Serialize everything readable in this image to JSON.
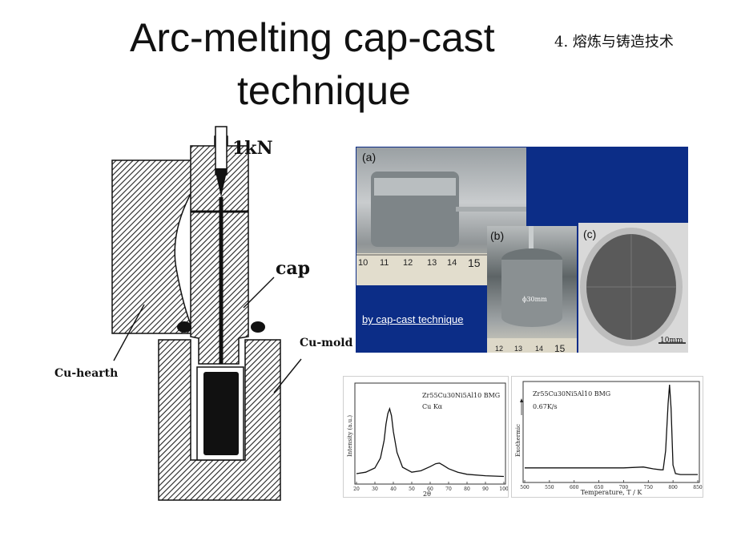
{
  "slide": {
    "title_line1": "Arc-melting cap-cast",
    "title_line2": "technique",
    "section": "4. 熔炼与铸造技术"
  },
  "schematic": {
    "load_label": "1kN",
    "cap_label": "cap",
    "mold_label": "Cu-mold",
    "hearth_label": "Cu-hearth"
  },
  "photos": {
    "tag_a": "(a)",
    "tag_b": "(b)",
    "tag_c": "(c)",
    "caption": "by cap-cast technique",
    "ruler_a": [
      "10",
      "11",
      "12",
      "13",
      "14",
      "15"
    ],
    "ruler_b": [
      "12",
      "13",
      "14",
      "15"
    ],
    "diameter_b": "ϕ30mm",
    "scale_c": "10mm",
    "colors": {
      "panel_background": "#0c2d87"
    }
  },
  "xrd": {
    "legend_alloy": "Zr55Cu30Ni5Al10 BMG",
    "legend_source": "Cu Kα",
    "ylabel": "Intensity (a.u.)",
    "xlabel": "2θ",
    "chart_data": {
      "type": "line",
      "x_ticks": [
        "20",
        "30",
        "40",
        "50",
        "60",
        "70",
        "80",
        "90",
        "100"
      ],
      "xlim": [
        20,
        100
      ],
      "x": [
        20,
        25,
        30,
        33,
        35,
        36,
        37,
        38,
        39,
        40,
        42,
        45,
        50,
        55,
        60,
        63,
        65,
        67,
        70,
        75,
        80,
        90,
        100
      ],
      "y": [
        0.08,
        0.1,
        0.16,
        0.3,
        0.55,
        0.78,
        0.93,
        1.0,
        0.9,
        0.68,
        0.38,
        0.17,
        0.1,
        0.12,
        0.18,
        0.22,
        0.23,
        0.2,
        0.15,
        0.1,
        0.07,
        0.05,
        0.04
      ]
    }
  },
  "dsc": {
    "legend_alloy": "Zr55Cu30Ni5Al10  BMG",
    "legend_rate": "0.67K/s",
    "ylabel": "Exothermic",
    "xlabel": "Temperature, T / K",
    "chart_data": {
      "type": "line",
      "x_ticks": [
        "500",
        "550",
        "600",
        "650",
        "700",
        "750",
        "800",
        "850"
      ],
      "xlim": [
        500,
        850
      ],
      "x": [
        500,
        550,
        600,
        650,
        700,
        740,
        760,
        775,
        780,
        785,
        790,
        793,
        796,
        800,
        805,
        815,
        830,
        850
      ],
      "y": [
        0.12,
        0.12,
        0.12,
        0.12,
        0.12,
        0.13,
        0.11,
        0.1,
        0.1,
        0.3,
        0.8,
        1.0,
        0.75,
        0.15,
        0.06,
        0.05,
        0.05,
        0.05
      ]
    }
  }
}
